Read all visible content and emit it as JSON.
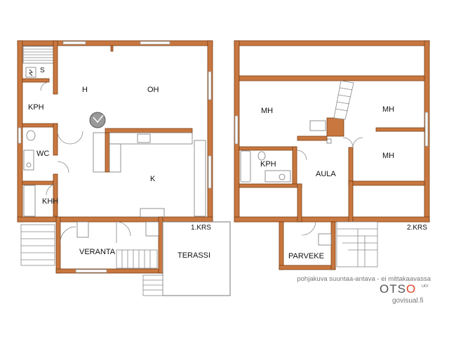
{
  "floor1": {
    "rooms": {
      "s": "S",
      "kph": "KPH",
      "h": "H",
      "oh": "OH",
      "wc": "WC",
      "k": "K",
      "khh": "KHH",
      "veranta": "VERANTA",
      "terassi": "TERASSI"
    },
    "floor_label": "1.KRS"
  },
  "floor2": {
    "rooms": {
      "mh_left": "MH",
      "mh_right_top": "MH",
      "mh_right_bottom": "MH",
      "kph": "KPH",
      "aula": "AULA",
      "parveke": "PARVEKE"
    },
    "floor_label": "2.KRS"
  },
  "footer": {
    "caption": "pohjakuva suuntaa-antava - ei mittakaavassa",
    "brand_prefix": "OTS",
    "brand_suffix": "O",
    "brand_sup": "LKV",
    "website": "govisual.fi"
  },
  "colors": {
    "wall": "#c8773f",
    "brand_accent": "#e3462a"
  }
}
